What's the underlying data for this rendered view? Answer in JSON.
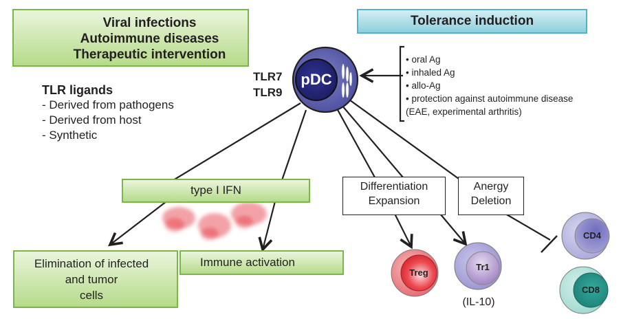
{
  "top_left_box": {
    "lines": [
      "Viral infections",
      "Autoimmune diseases",
      "Therapeutic intervention"
    ]
  },
  "tolerance_box": {
    "label": "Tolerance induction"
  },
  "tlr_labels": [
    "TLR7",
    "TLR9"
  ],
  "pdc_cell": {
    "label": "pDC"
  },
  "tlr_ligands": {
    "title": "TLR ligands",
    "items": [
      "- Derived from pathogens",
      "- Derived from host",
      "- Synthetic"
    ]
  },
  "tolerance_list": {
    "items": [
      "• oral Ag",
      "• inhaled Ag",
      "• allo-Ag",
      "• protection against autoimmune disease",
      "(EAE, experimental arthritis)"
    ]
  },
  "type1_ifn_box": {
    "label": "type I IFN"
  },
  "elimination_box": {
    "lines": [
      "Elimination of infected",
      "and tumor",
      "cells"
    ]
  },
  "immune_activation_box": {
    "label": "Immune activation"
  },
  "differentiation_box": {
    "lines": [
      "Differentiation",
      "Expansion"
    ]
  },
  "anergy_box": {
    "lines": [
      "Anergy",
      "Deletion"
    ]
  },
  "cells": {
    "treg": "Treg",
    "tr1": "Tr1",
    "tr1_note": "(IL-10)",
    "cd4": "CD4",
    "cd8": "CD8"
  },
  "colors": {
    "green_border": "#7ab648",
    "blue_border": "#4fb3cc",
    "pdc_fill": "#5b5fad",
    "pdc_nucleus": "#26297a",
    "treg": "#e0373f",
    "tr1": "#a89bd0",
    "cd4": "#8a87c8",
    "cd8": "#2fa79a"
  }
}
